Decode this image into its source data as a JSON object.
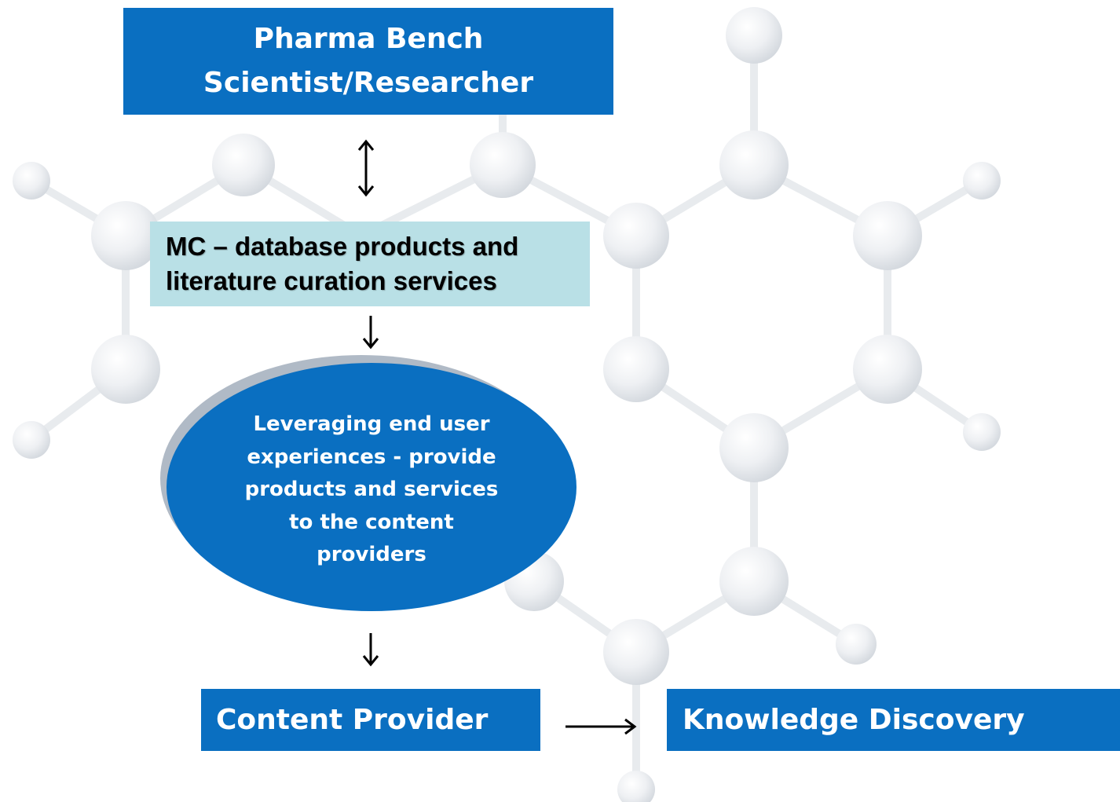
{
  "nodes": {
    "top": {
      "lines": [
        "Pharma Bench",
        "Scientist/Researcher"
      ]
    },
    "mc": {
      "lines": [
        "MC –  database products and",
        "literature curation services"
      ]
    },
    "ellipse": {
      "text": "Leveraging end user\nexperiences  - provide\nproducts and services\nto the content\nproviders"
    },
    "content_provider": {
      "label": "Content Provider"
    },
    "knowledge_discovery": {
      "label": "Knowledge Discovery"
    }
  },
  "edges": [
    {
      "from": "top",
      "to": "mc",
      "bidirectional": true
    },
    {
      "from": "mc",
      "to": "ellipse",
      "bidirectional": false
    },
    {
      "from": "ellipse",
      "to": "content_provider",
      "bidirectional": false
    },
    {
      "from": "content_provider",
      "to": "knowledge_discovery",
      "bidirectional": false
    }
  ],
  "colors": {
    "primary_box": "#0a6fc1",
    "secondary_box": "#b9e0e6",
    "arrow": "#000000",
    "background_molecule": "#e4e7eb"
  }
}
